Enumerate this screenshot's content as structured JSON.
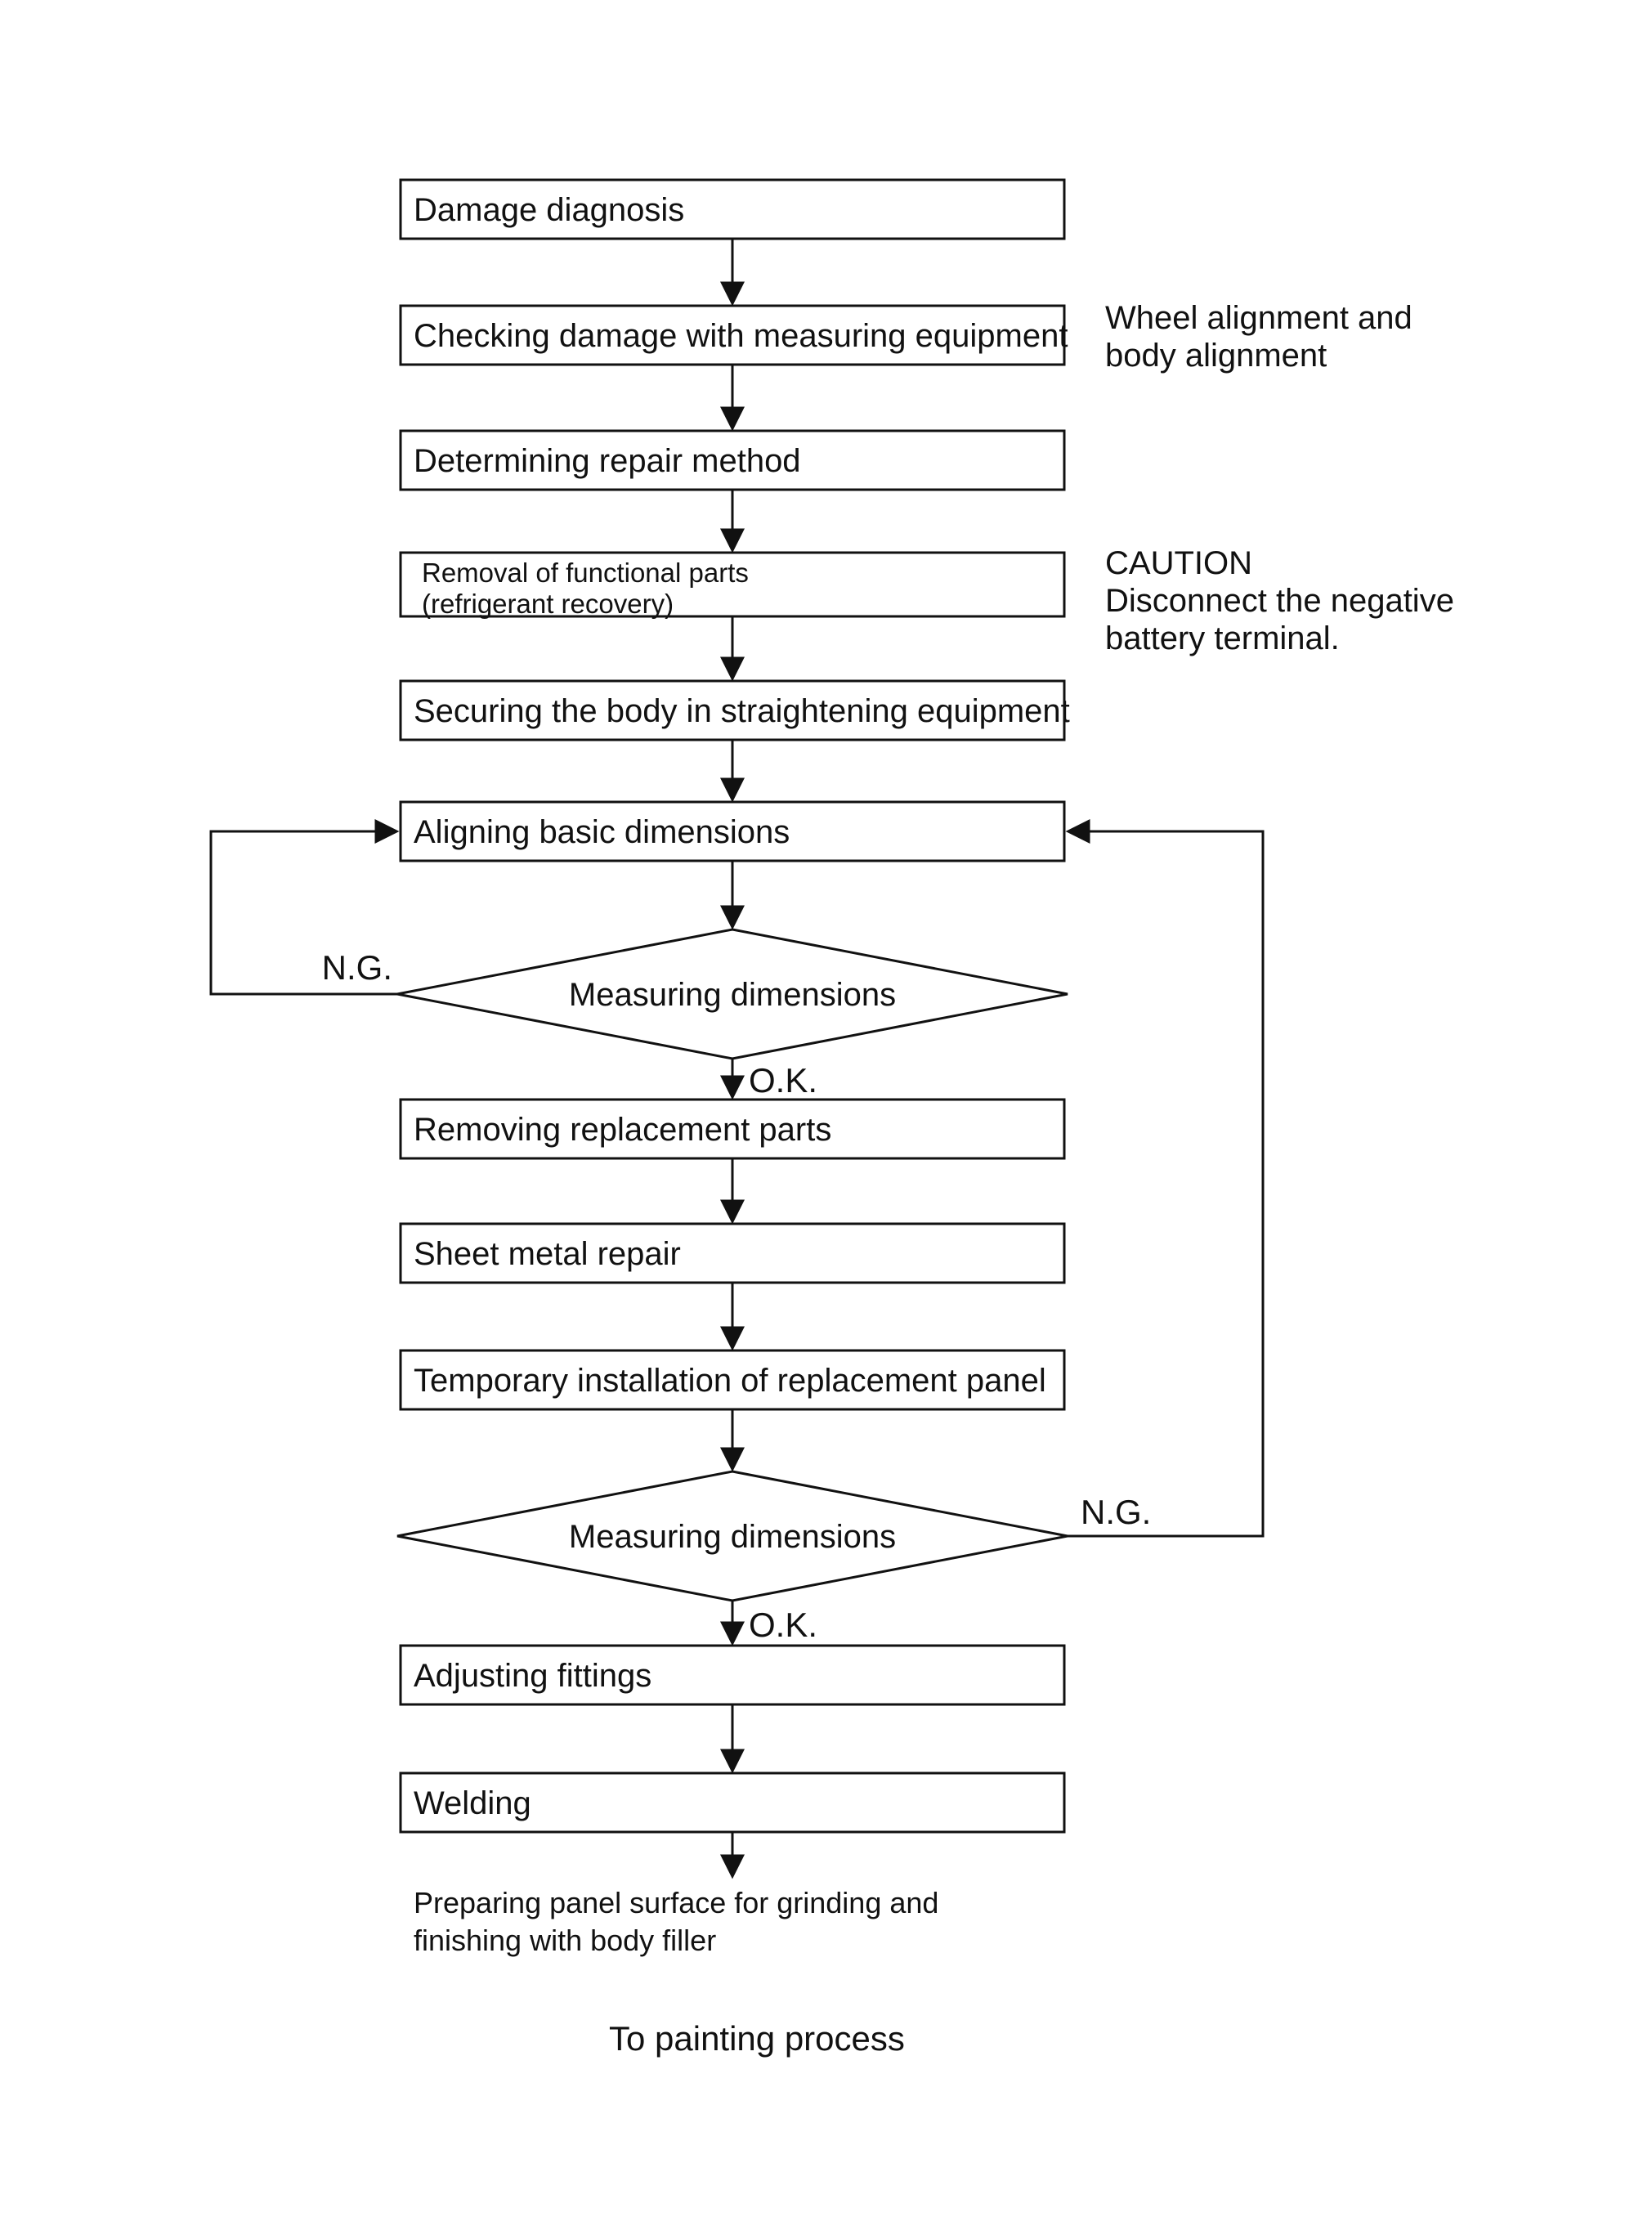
{
  "flowchart": {
    "title_hint": "Body repair process flowchart",
    "colors": {
      "background": "#ffffff",
      "line": "#111111",
      "text": "#111111"
    },
    "nodes": {
      "damage_diagnosis": {
        "label": "Damage diagnosis"
      },
      "checking_damage": {
        "label": "Checking damage with measuring equipment"
      },
      "determining_repair": {
        "label": "Determining repair method"
      },
      "removal_functional": {
        "line1": "Removal of functional parts",
        "line2": "(refrigerant recovery)"
      },
      "securing_body": {
        "label": "Securing the body in straightening equipment"
      },
      "aligning_basic": {
        "label": "Aligning basic dimensions"
      },
      "measuring_dimensions_1": {
        "label": "Measuring dimensions"
      },
      "removing_replacement": {
        "label": "Removing replacement parts"
      },
      "sheet_metal": {
        "label": "Sheet metal repair"
      },
      "temporary_installation": {
        "label": "Temporary installation of replacement panel"
      },
      "measuring_dimensions_2": {
        "label": "Measuring dimensions"
      },
      "adjusting_fittings": {
        "label": "Adjusting fittings"
      },
      "welding": {
        "label": "Welding"
      },
      "preparing_panel": {
        "line1": "Preparing panel surface for grinding and",
        "line2": "finishing with body filler"
      },
      "to_painting": {
        "label": "To painting process"
      }
    },
    "branch_labels": {
      "ng": "N.G.",
      "ok": "O.K."
    },
    "notes": {
      "wheel_alignment": {
        "line1": "Wheel alignment and",
        "line2": "body alignment"
      },
      "caution": {
        "line1": "CAUTION",
        "line2": "Disconnect the negative",
        "line3": "battery terminal."
      }
    }
  }
}
